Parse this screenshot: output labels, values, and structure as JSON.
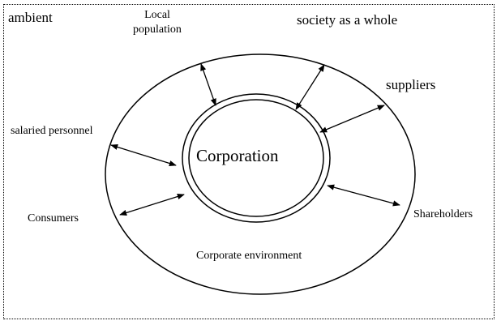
{
  "diagram": {
    "corner_label": "ambient",
    "top_left_label": "Local population",
    "top_right_label": "society as a whole",
    "right_upper_label": "suppliers",
    "left_upper_label": "salaried personnel",
    "left_lower_label": "Consumers",
    "right_lower_label": "Shareholders",
    "center_label": "Corporation",
    "bottom_label": "Corporate environment"
  }
}
